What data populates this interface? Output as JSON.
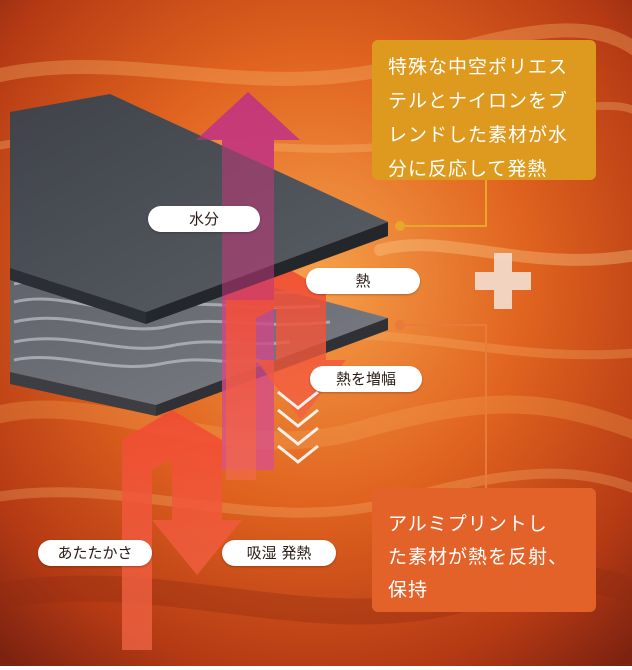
{
  "colors": {
    "background_dark": "#8a2a10",
    "background_glow": "#f08a30",
    "top_layer": "#4b4f56",
    "top_layer_edge": "#2b2e33",
    "bottom_layer": "#6a6d73",
    "moisture_arrow": "#c2387a",
    "heat_arrow": "#ee3f2f",
    "callout_top": "#dd9a1e",
    "callout_bottom": "#e3622a",
    "connector_dot": "#e8a72b",
    "plus_sign": "#f2d9c8"
  },
  "callouts": {
    "top": {
      "lines": [
        "特殊な中空ポリエス",
        "テルとナイロンをブ",
        "レンドした素材が水",
        "分に反応して発熱"
      ]
    },
    "bottom": {
      "lines": [
        "アルミプリントし",
        "た素材が熱を反射、",
        "保持"
      ]
    }
  },
  "labels": {
    "moisture": "水分",
    "heat": "熱",
    "amplify": "熱を増幅",
    "warmth": "あたたかさ",
    "absorb_heat": "吸湿 発熱"
  },
  "icons": {
    "plus": "plus-icon",
    "moisture_arrow": "arrow-up-icon",
    "heat_arrow": "arrow-down-icon",
    "reflect_chevrons": "chevron-down-icon"
  }
}
